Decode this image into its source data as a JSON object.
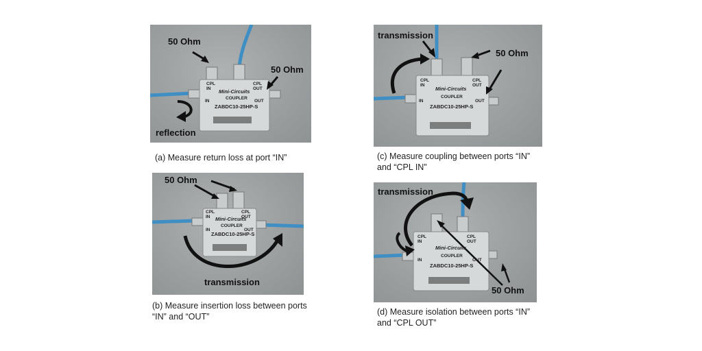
{
  "panels": [
    {
      "id": "a",
      "caption": "(a) Measure return loss at port “IN”",
      "callouts": [
        "50 Ohm",
        "50 Ohm",
        "reflection"
      ]
    },
    {
      "id": "b",
      "caption": "(b) Measure insertion loss between ports “IN” and “OUT”",
      "callouts": [
        "50 Ohm",
        "transmission"
      ]
    },
    {
      "id": "c",
      "caption": "(c) Measure coupling between ports “IN” and “CPL IN”",
      "callouts": [
        "transmission",
        "50 Ohm"
      ]
    },
    {
      "id": "d",
      "caption": "(d) Measure isolation between ports “IN” and “CPL OUT”",
      "callouts": [
        "transmission",
        "50 Ohm"
      ]
    }
  ],
  "device": {
    "brand": "Mini-Circuits",
    "type": "COUPLER",
    "model": "ZABDC10-25HP-S",
    "port_cpl_in": "CPL\nIN",
    "port_cpl_out": "CPL\nOUT",
    "port_in": "IN",
    "port_out": "OUT"
  },
  "colors": {
    "cable": "#3f8fc4",
    "arrow": "#111111",
    "photo_bg": "#9fa3a4",
    "box": "#d6d9da"
  }
}
